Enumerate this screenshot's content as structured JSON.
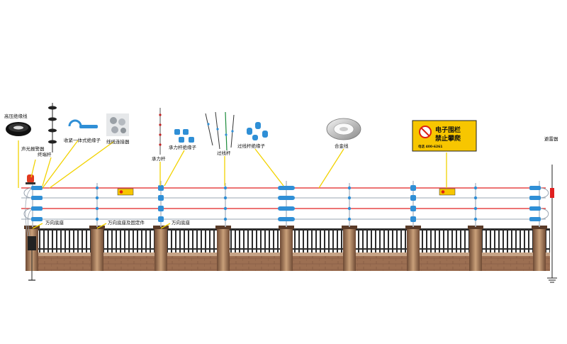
{
  "labels": {
    "hv_cable": "高压绝缘线",
    "alarm": "声光报警器",
    "terminal_pole": "终端杆",
    "tighten_insulator": "收紧一体式绝缘子",
    "wire_connector": "线线连接器",
    "bearing_pole": "承力杆",
    "bearing_insulator": "承力杆绝缘子",
    "line_pole": "过线杆",
    "line_insulator": "过线杆绝缘子",
    "alloy_wire": "合金线",
    "lightning_arrester": "避雷器",
    "universal_base_1": "万向底座",
    "universal_base_2": "万向底座及固定件",
    "universal_base_3": "万向底座"
  },
  "sign": {
    "title_line1": "电子围栏",
    "title_line2": "禁止攀爬",
    "phone": "电话 400-6261"
  },
  "colors": {
    "wire_red": "#e02020",
    "wire_gray": "#9aa4b0",
    "leader_yellow": "#f2d200",
    "sign_yellow": "#f7c600",
    "wall_brown": "#8b5a3c",
    "insulator_blue": "#2f8fd6"
  }
}
